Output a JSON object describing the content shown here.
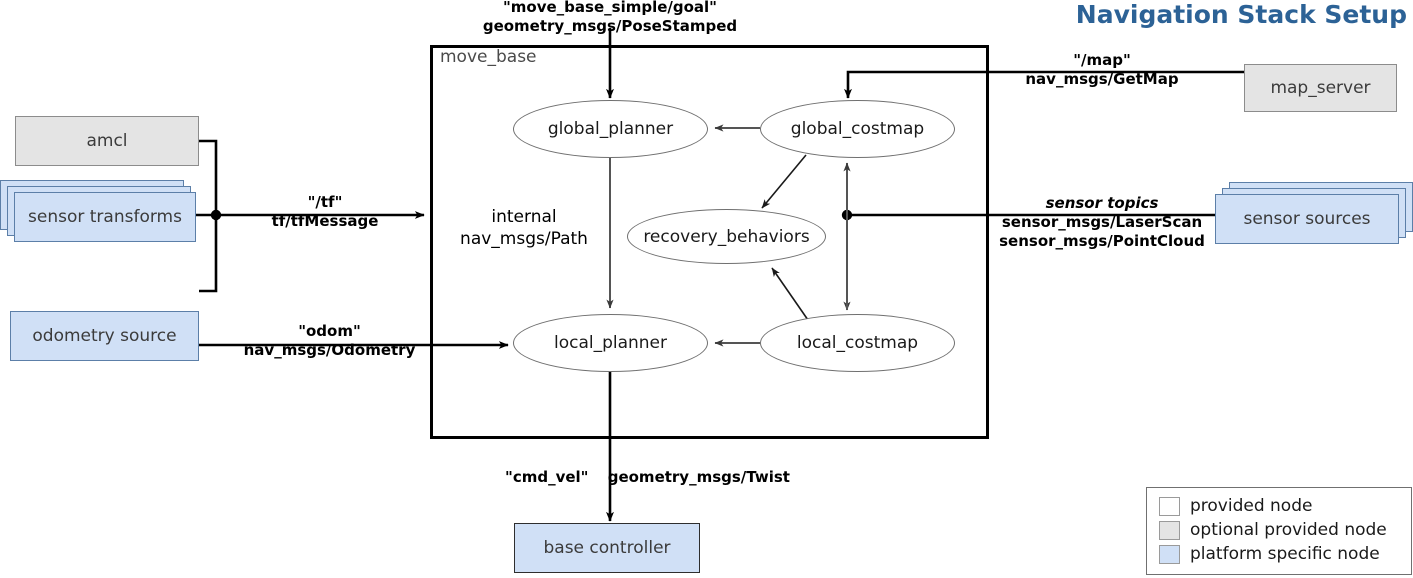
{
  "title": "Navigation Stack Setup",
  "accent_color": "#2c6296",
  "colors": {
    "provided_node": "#ffffff",
    "optional_provided_node": "#e4e4e4",
    "platform_specific_node": "#d0e0f6"
  },
  "container": {
    "label": "move_base"
  },
  "internal_nodes": [
    {
      "id": "global_planner",
      "label": "global_planner"
    },
    {
      "id": "global_costmap",
      "label": "global_costmap"
    },
    {
      "id": "recovery_behaviors",
      "label": "recovery_behaviors"
    },
    {
      "id": "local_planner",
      "label": "local_planner"
    },
    {
      "id": "local_costmap",
      "label": "local_costmap"
    }
  ],
  "external_nodes": [
    {
      "id": "amcl",
      "label": "amcl",
      "kind": "optional"
    },
    {
      "id": "sensor_transforms",
      "label": "sensor transforms",
      "kind": "platform"
    },
    {
      "id": "odometry_source",
      "label": "odometry source",
      "kind": "platform"
    },
    {
      "id": "map_server",
      "label": "map_server",
      "kind": "optional"
    },
    {
      "id": "sensor_sources",
      "label": "sensor sources",
      "kind": "platform"
    },
    {
      "id": "base_controller",
      "label": "base controller",
      "kind": "platform"
    }
  ],
  "edge_labels": {
    "goal_topic": "\"move_base_simple/goal\"",
    "goal_type": "geometry_msgs/PoseStamped",
    "tf_topic": "\"/tf\"",
    "tf_type": "tf/tfMessage",
    "odom_topic": "\"odom\"",
    "odom_type": "nav_msgs/Odometry",
    "map_topic": "\"/map\"",
    "map_type": "nav_msgs/GetMap",
    "sensor_topics": "sensor topics",
    "sensor_type_1": "sensor_msgs/LaserScan",
    "sensor_type_2": "sensor_msgs/PointCloud",
    "cmdvel_topic": "\"cmd_vel\"",
    "cmdvel_type": "geometry_msgs/Twist",
    "internal_line1": "internal",
    "internal_line2": "nav_msgs/Path"
  },
  "legend": {
    "items": [
      {
        "label": "provided node",
        "color": "#ffffff"
      },
      {
        "label": "optional provided node",
        "color": "#e4e4e4"
      },
      {
        "label": "platform specific node",
        "color": "#d0e0f6"
      }
    ]
  }
}
